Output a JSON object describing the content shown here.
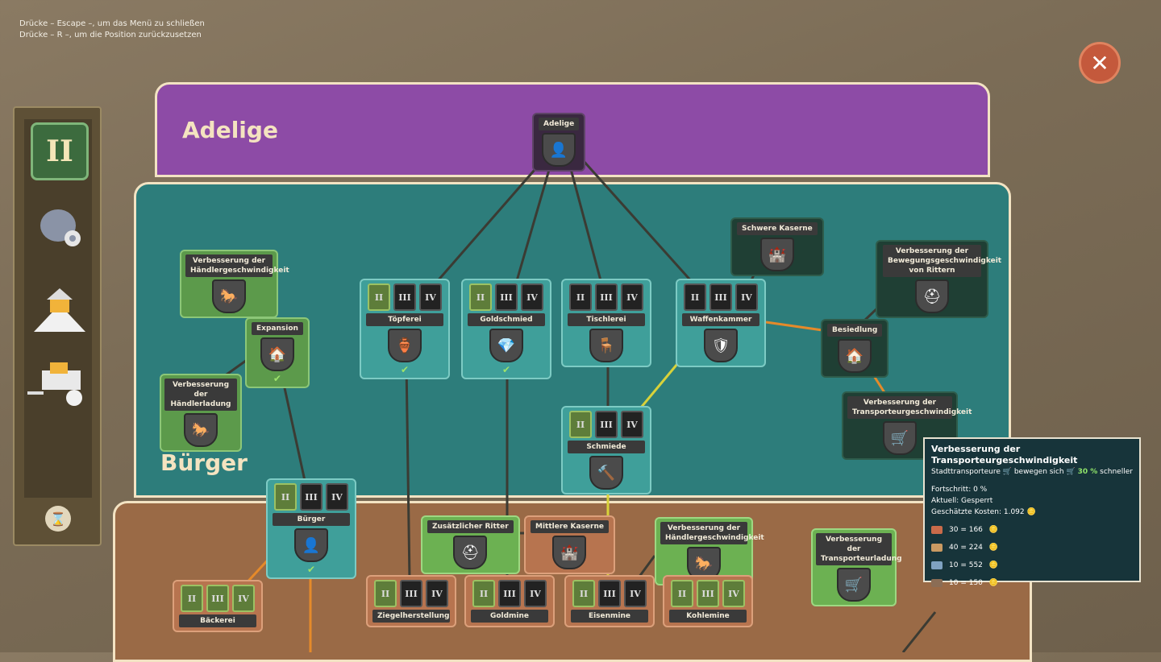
{
  "hints": {
    "line1": "Drücke – Escape –, um das Menü zu schließen",
    "line2": "Drücke – R –, um die Position zurückzusetzen"
  },
  "close_icon": "✕",
  "sidebar": {
    "tier": "II"
  },
  "bands": {
    "adelige": "Adelige",
    "buerger": "Bürger"
  },
  "tiers": [
    "II",
    "III",
    "IV"
  ],
  "nodes": {
    "adelige": "Adelige",
    "schwere_kaserne": "Schwere Kaserne",
    "bewegung_ritter": "Verbesserung der Bewegungsgeschwindigkeit von Rittern",
    "haendlergeschw": "Verbesserung der Händlergeschwindigkeit",
    "expansion": "Expansion",
    "haendlerladung": "Verbesserung der Händlerladung",
    "toepferei": "Töpferei",
    "goldschmied": "Goldschmied",
    "tischlerei": "Tischlerei",
    "waffenkammer": "Waffenkammer",
    "besiedlung": "Besiedlung",
    "transporteurgeschw": "Verbesserung der Transporteurgeschwindigkeit",
    "schmiede": "Schmiede",
    "buerger": "Bürger",
    "zus_ritter": "Zusätzlicher Ritter",
    "mittlere_kaserne": "Mittlere Kaserne",
    "haendlergeschw2": "Verbesserung der Händlergeschwindigkeit",
    "transporteurladung": "Verbesserung der Transporteurladung",
    "baeckerei": "Bäckerei",
    "ziegel": "Ziegelherstellung",
    "goldmine": "Goldmine",
    "eisenmine": "Eisenmine",
    "kohlemine": "Kohlemine"
  },
  "tooltip": {
    "title": "Verbesserung der Transporteurgeschwindigkeit",
    "desc_a": "Stadttransporteure",
    "desc_b": "bewegen sich",
    "pct": "30 %",
    "desc_c": "schneller",
    "progress": "Fortschritt: 0 %",
    "status": "Aktuell: Gesperrt",
    "cost": "Geschätzte Kosten: 1.092",
    "rows": [
      "30 = 166",
      "40 = 224",
      "10 = 552",
      "10 = 150"
    ]
  },
  "colors": {
    "accent_yellow": "#d8d23a",
    "accent_orange": "#e58a2a",
    "link": "#3b3b33"
  }
}
